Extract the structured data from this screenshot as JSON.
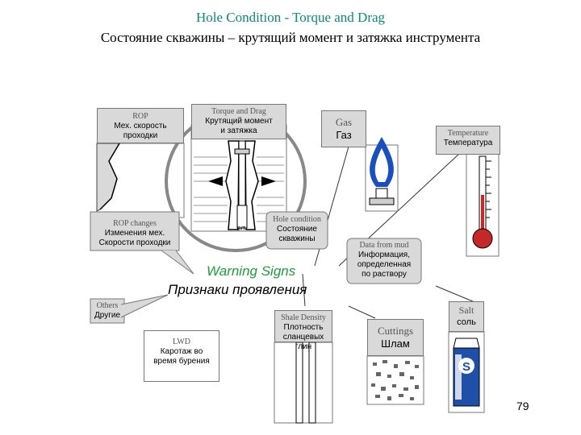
{
  "title": {
    "line1": "Hole Condition - Torque and Drag",
    "line2": "Состояние скважины – крутящий момент и затяжка инструмента"
  },
  "center": {
    "en": "Warning Signs",
    "ru": "Признаки проявления"
  },
  "boxes": {
    "rop": {
      "en": "ROP",
      "ru1": "Мех. скорость",
      "ru2": "проходки"
    },
    "torque": {
      "en": "Torque and Drag",
      "ru1": "Крутящий момент",
      "ru2": "и затяжка"
    },
    "gas": {
      "en": "Gas",
      "ru": "Газ"
    },
    "temperature": {
      "en": "Temperature",
      "ru": "Температура"
    },
    "rop_changes": {
      "en": "ROP changes",
      "ru1": "Изменения мех.",
      "ru2": "Скорости проходки"
    },
    "hole_condition": {
      "en": "Hole condition",
      "ru1": "Состояние",
      "ru2": "скважины"
    },
    "data_from_mud": {
      "en": "Data from mud",
      "ru1": "Информация,",
      "ru2": "определенная",
      "ru3": "по раствору"
    },
    "others": {
      "en": "Others",
      "ru": "Другие"
    },
    "shale_density": {
      "en": "Shale Density",
      "ru1": "Плотность",
      "ru2": "сланцевых глин"
    },
    "cuttings": {
      "en": "Cuttings",
      "ru": "Шлам"
    },
    "salt": {
      "en": "Salt",
      "ru": "соль"
    },
    "lwd": {
      "en": "LWD",
      "ru1": "Каротаж во",
      "ru2": "время бурения"
    }
  },
  "labels": {
    "bit": "BIT",
    "salt_can": "S"
  },
  "page_number": "79",
  "colors": {
    "title": "#0a8a7a",
    "warning": "#1e9d3c",
    "box_fill": "#d9d9d9",
    "flame_outer": "#1a4fc0",
    "thermometer": "#c62828"
  }
}
